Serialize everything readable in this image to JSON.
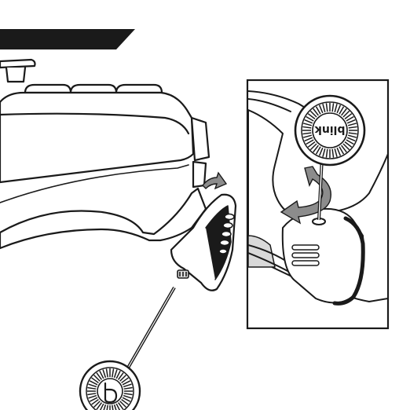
{
  "colors": {
    "ink": "#1a1a1a",
    "paper": "#ffffff",
    "light_grey": "#d9d9d9",
    "mid_grey": "#8c8c8c",
    "banner": "#1a1a1a"
  },
  "icons": [
    "device-body-illustration",
    "battery-door-illustration",
    "hex-key-tool-icon",
    "rotate-arrow-icon",
    "blink-dial-icon",
    "blink-logo-icon"
  ],
  "inset": {
    "dial_brand": "blink"
  }
}
